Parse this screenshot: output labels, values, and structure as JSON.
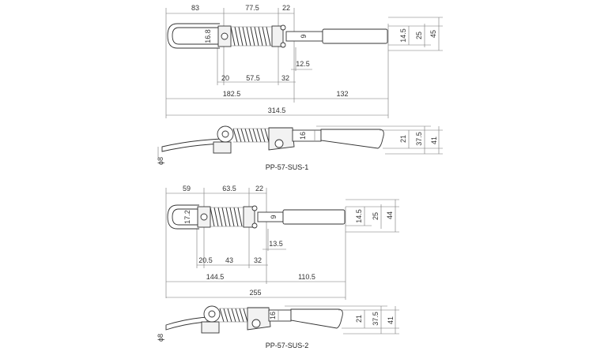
{
  "diagram": {
    "view1": {
      "caption": "PP-57-SUS-1",
      "top_dims": [
        "83",
        "77.5",
        "22"
      ],
      "mid_dims": [
        "20",
        "57.5",
        "32"
      ],
      "offset_dim": "12.5",
      "overall_split": [
        "182.5",
        "132"
      ],
      "overall_total": "314.5",
      "side_heights": [
        "16.8",
        "9",
        "14.5",
        "25",
        "45"
      ],
      "profile_dims": [
        "16",
        "21",
        "37.5",
        "41"
      ],
      "wire_dim": "ϕ8"
    },
    "view2": {
      "caption": "PP-57-SUS-2",
      "top_dims": [
        "59",
        "63.5",
        "22"
      ],
      "mid_dims": [
        "20.5",
        "43",
        "32"
      ],
      "offset_dim": "13.5",
      "overall_split": [
        "144.5",
        "110.5"
      ],
      "overall_total": "255",
      "side_heights": [
        "17.2",
        "9",
        "14.5",
        "25",
        "44"
      ],
      "profile_dims": [
        "16",
        "21",
        "37.5",
        "41"
      ],
      "wire_dim": "ϕ8"
    }
  }
}
